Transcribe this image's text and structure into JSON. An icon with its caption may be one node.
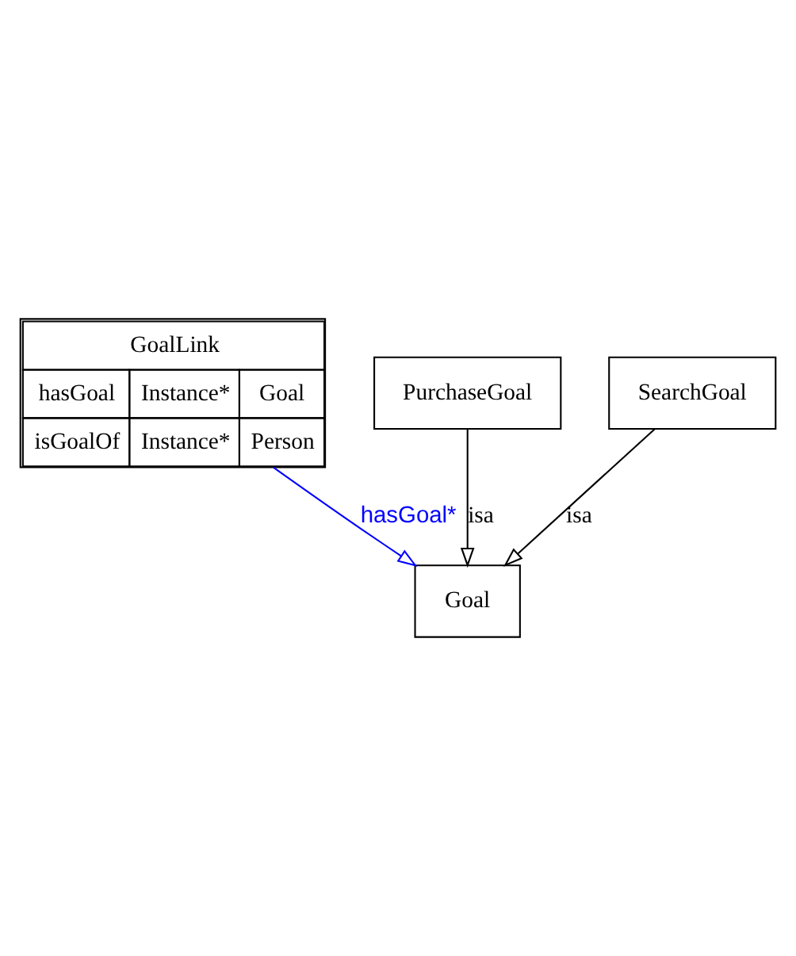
{
  "diagram": {
    "nodes": [
      {
        "text": [
          "GoalLink",
          "hasGoal",
          "Instance*",
          "Goal",
          "isGoalOf",
          "Instance*",
          "Person"
        ]
      },
      {
        "text": [
          "Goal"
        ]
      },
      {
        "text": [
          "PurchaseGoal"
        ]
      },
      {
        "text": [
          "SearchGoal"
        ]
      }
    ],
    "edges": [
      {
        "from": 0,
        "to": 1,
        "arrow": "to",
        "label": "hasGoal*",
        "color": "#0000ff"
      },
      {
        "from": 2,
        "to": 1,
        "arrow": "to",
        "label": "isa"
      },
      {
        "from": 3,
        "to": 1,
        "arrow": "to",
        "label": "isa"
      }
    ]
  }
}
